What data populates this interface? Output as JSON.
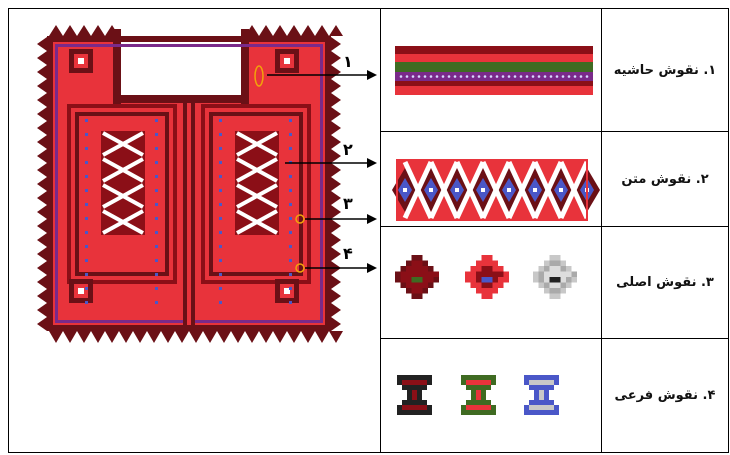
{
  "figure": {
    "alt_kind": "embroidered-yoke",
    "callouts": [
      "۱",
      "۲",
      "۳",
      "۴"
    ]
  },
  "rows": [
    {
      "label": "۱. نقوش حاشیه",
      "swatch": "border-stripes"
    },
    {
      "label": "۲. نقوش متن",
      "swatch": "field-lattice"
    },
    {
      "label": "۳. نقوش اصلی",
      "swatch": "main-motifs"
    },
    {
      "label": "۴. نقوش فرعی",
      "swatch": "secondary-motifs"
    }
  ],
  "colors": {
    "red": "#e8333b",
    "dark_red": "#8b0f17",
    "maroon": "#6b1016",
    "green": "#3f6b22",
    "blue": "#4a57c8",
    "purple": "#7a2a8a",
    "gray": "#c8c8c8",
    "black": "#222222",
    "white": "#ffffff",
    "highlight": "#f2a20a"
  }
}
